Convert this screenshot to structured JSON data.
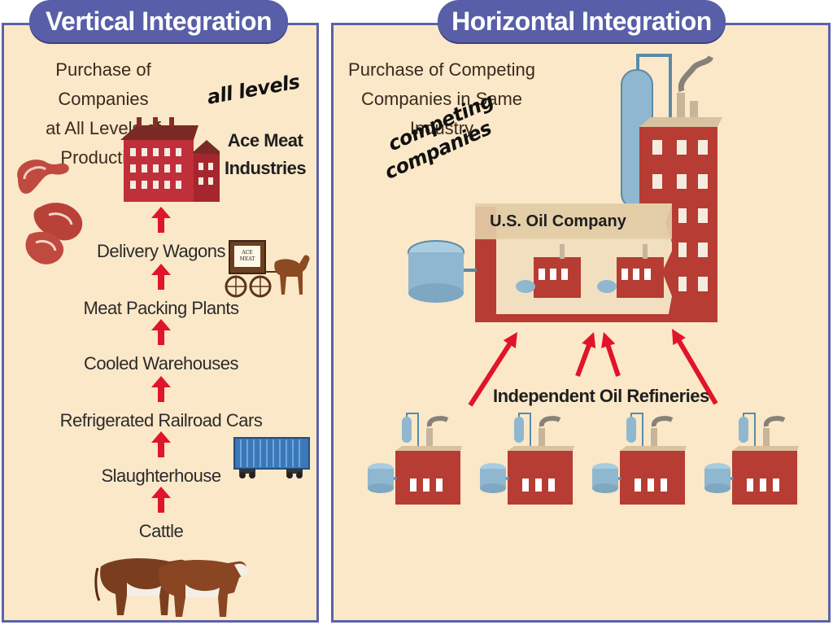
{
  "vertical": {
    "title": "Vertical Integration",
    "subtitle_line1": "Purchase of Companies",
    "subtitle_line2": "at All Levels of Production",
    "annotation": "all levels",
    "company_line1": "Ace Meat",
    "company_line2": "Industries",
    "wagon_sign_line1": "ACE",
    "wagon_sign_line2": "MEAT",
    "stages": [
      "Delivery Wagons",
      "Meat Packing Plants",
      "Cooled Warehouses",
      "Refrigerated Railroad Cars",
      "Slaughterhouse",
      "Cattle"
    ]
  },
  "horizontal": {
    "title": "Horizontal Integration",
    "subtitle_line1": "Purchase of Competing",
    "subtitle_line2": "Companies in Same Industry",
    "annotation_line1": "competing",
    "annotation_line2": "companies",
    "company_label": "U.S. Oil Company",
    "refineries_label": "Independent Oil Refineries"
  },
  "colors": {
    "panel_bg": "#fbe8c8",
    "panel_border": "#5c62a8",
    "title_bg": "#585fa8",
    "arrow": "#e0142a",
    "brick": "#b83a32"
  }
}
